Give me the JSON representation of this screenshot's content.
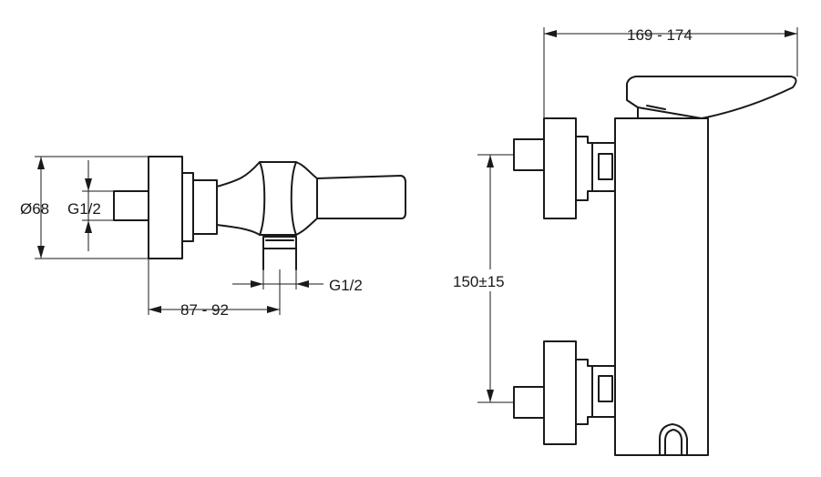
{
  "dimensions": {
    "diameter_label": "Ø68",
    "thread_inlet_label": "G1/2",
    "thread_outlet_label": "G1/2",
    "projection_label": "87 - 92",
    "width_label": "169 - 174",
    "spacing_label": "150±15"
  }
}
